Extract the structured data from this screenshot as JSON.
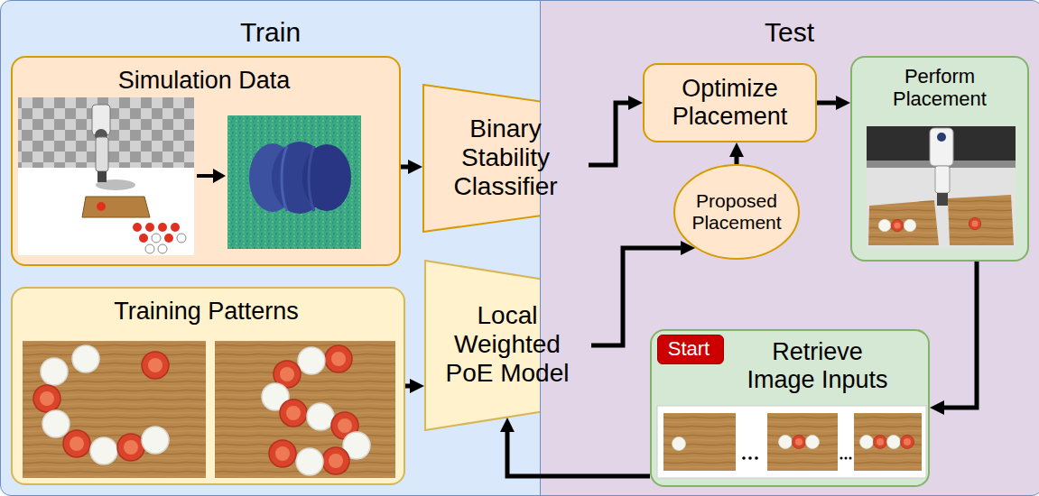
{
  "diagram": {
    "nodes": [
      {
        "text": [
          "Train"
        ]
      },
      {
        "text": [
          "Test"
        ]
      },
      {
        "text": [
          "Simulation Data"
        ],
        "in": 0
      },
      {
        "text": [
          "Binary Stability Classifier"
        ],
        "in": 0
      },
      {
        "text": [
          "Optimize Placement"
        ],
        "in": 1
      },
      {
        "text": [
          "Perform Placement"
        ],
        "in": 1
      },
      {
        "text": [
          "Proposed Placement"
        ],
        "in": 1
      },
      {
        "text": [
          "Training Patterns"
        ],
        "in": 0
      },
      {
        "text": [
          "Local Weighted PoE Model"
        ],
        "in": 0
      },
      {
        "text": [
          "Retrieve Image Inputs"
        ],
        "in": 1
      },
      {
        "text": [
          "Start"
        ],
        "in": 9
      }
    ],
    "edges": [
      {
        "from": 2,
        "to": 3,
        "arrow": "to"
      },
      {
        "from": 3,
        "to": 4,
        "arrow": "to"
      },
      {
        "from": 6,
        "to": 4,
        "arrow": "to"
      },
      {
        "from": 4,
        "to": 5,
        "arrow": "to"
      },
      {
        "from": 5,
        "to": 9,
        "arrow": "to"
      },
      {
        "from": 9,
        "to": 8,
        "arrow": "to"
      },
      {
        "from": 7,
        "to": 8,
        "arrow": "to"
      },
      {
        "from": 8,
        "to": 6,
        "arrow": "to"
      }
    ]
  }
}
